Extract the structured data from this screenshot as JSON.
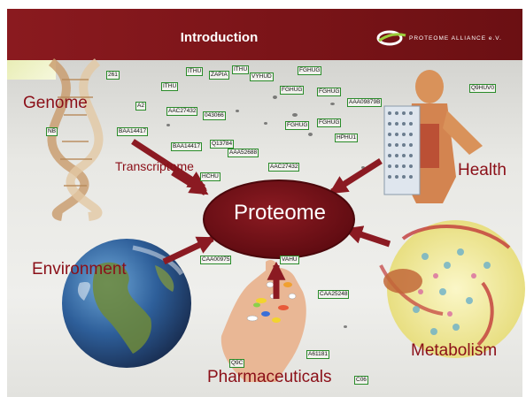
{
  "header": {
    "title": "Introduction",
    "logo_text": "PROTEOME ALLIANCE e.V."
  },
  "center": {
    "label": "Proteome"
  },
  "labels": {
    "genome": "Genome",
    "transcriptome": "Transcriptome",
    "health": "Health",
    "environment": "Environment",
    "metabolism": "Metabolism",
    "pharmaceuticals": "Pharmaceuticals"
  },
  "protein_tags": [
    "261",
    "ITHU",
    "ZAPIA",
    "ITHU",
    "VYHUD",
    "FGHUG",
    "FGHUG",
    "FGHUG",
    "AAA09879B",
    "Q9HUV0",
    "A2",
    "ITHU",
    "AAC27432",
    "043066",
    "FGHUG",
    "FGHUG",
    "NB",
    "BAA14417",
    "BAA14417",
    "Q13784",
    "AAA52688",
    "HPHU1",
    "AAC27432",
    "HCHU",
    "CAA00975",
    "VAHU",
    "CAA25248",
    "Q9C",
    "A61181",
    "C06"
  ],
  "colors": {
    "header": "#7a1418",
    "label": "#8b0f18",
    "ellipse": "#6e0d14",
    "arrow": "#8b1a22",
    "tag_border": "#2a8c2a"
  }
}
